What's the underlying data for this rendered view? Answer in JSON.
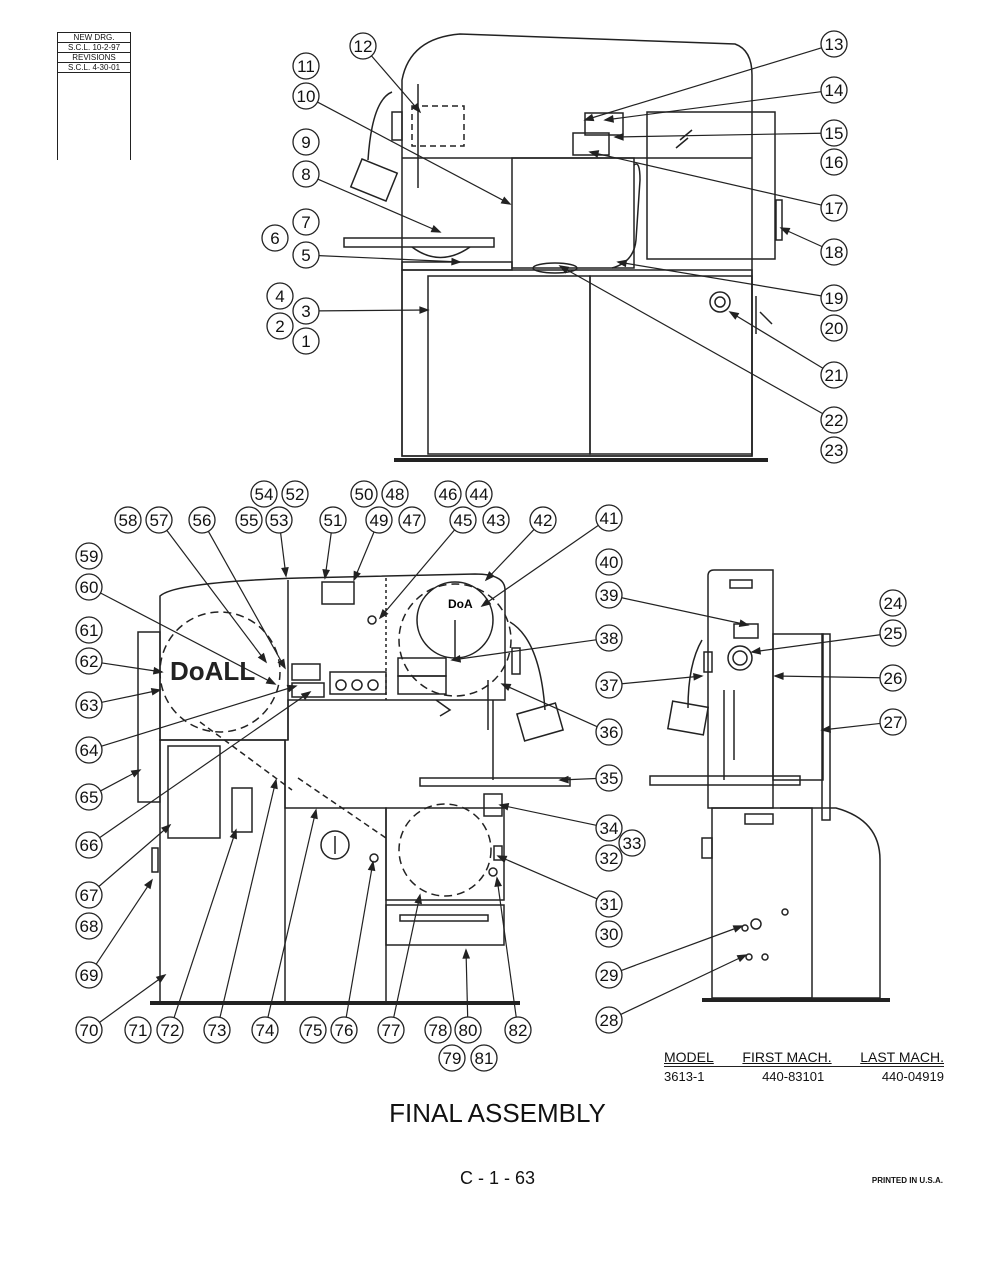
{
  "revision_block": {
    "new_drg_label": "NEW DRG.",
    "new_drg_value": "S.C.L. 10-2-97",
    "revisions_label": "REVISIONS",
    "revision_1": "S.C.L. 4-30-01"
  },
  "logo": {
    "guide_label": "DoA",
    "brand": "DoALL"
  },
  "callouts": [
    {
      "n": "1"
    },
    {
      "n": "2"
    },
    {
      "n": "3"
    },
    {
      "n": "4"
    },
    {
      "n": "5"
    },
    {
      "n": "6"
    },
    {
      "n": "7"
    },
    {
      "n": "8"
    },
    {
      "n": "9"
    },
    {
      "n": "10"
    },
    {
      "n": "11"
    },
    {
      "n": "12"
    },
    {
      "n": "13"
    },
    {
      "n": "14"
    },
    {
      "n": "15"
    },
    {
      "n": "16"
    },
    {
      "n": "17"
    },
    {
      "n": "18"
    },
    {
      "n": "19"
    },
    {
      "n": "20"
    },
    {
      "n": "21"
    },
    {
      "n": "22"
    },
    {
      "n": "23"
    },
    {
      "n": "24"
    },
    {
      "n": "25"
    },
    {
      "n": "26"
    },
    {
      "n": "27"
    },
    {
      "n": "28"
    },
    {
      "n": "29"
    },
    {
      "n": "30"
    },
    {
      "n": "31"
    },
    {
      "n": "32"
    },
    {
      "n": "33"
    },
    {
      "n": "34"
    },
    {
      "n": "35"
    },
    {
      "n": "36"
    },
    {
      "n": "37"
    },
    {
      "n": "38"
    },
    {
      "n": "39"
    },
    {
      "n": "40"
    },
    {
      "n": "41"
    },
    {
      "n": "42"
    },
    {
      "n": "43"
    },
    {
      "n": "44"
    },
    {
      "n": "45"
    },
    {
      "n": "46"
    },
    {
      "n": "47"
    },
    {
      "n": "48"
    },
    {
      "n": "49"
    },
    {
      "n": "50"
    },
    {
      "n": "51"
    },
    {
      "n": "52"
    },
    {
      "n": "53"
    },
    {
      "n": "54"
    },
    {
      "n": "55"
    },
    {
      "n": "56"
    },
    {
      "n": "57"
    },
    {
      "n": "58"
    },
    {
      "n": "59"
    },
    {
      "n": "60"
    },
    {
      "n": "61"
    },
    {
      "n": "62"
    },
    {
      "n": "63"
    },
    {
      "n": "64"
    },
    {
      "n": "65"
    },
    {
      "n": "66"
    },
    {
      "n": "67"
    },
    {
      "n": "68"
    },
    {
      "n": "69"
    },
    {
      "n": "70"
    },
    {
      "n": "71"
    },
    {
      "n": "72"
    },
    {
      "n": "73"
    },
    {
      "n": "74"
    },
    {
      "n": "75"
    },
    {
      "n": "76"
    },
    {
      "n": "77"
    },
    {
      "n": "78"
    },
    {
      "n": "79"
    },
    {
      "n": "80"
    },
    {
      "n": "81"
    },
    {
      "n": "82"
    }
  ],
  "model_table": {
    "headers": [
      "MODEL",
      "FIRST MACH.",
      "LAST MACH."
    ],
    "row": [
      "3613-1",
      "440-83101",
      "440-04919"
    ]
  },
  "title": "FINAL ASSEMBLY",
  "page_number": "C - 1 - 63",
  "printed": "PRINTED IN U.S.A."
}
